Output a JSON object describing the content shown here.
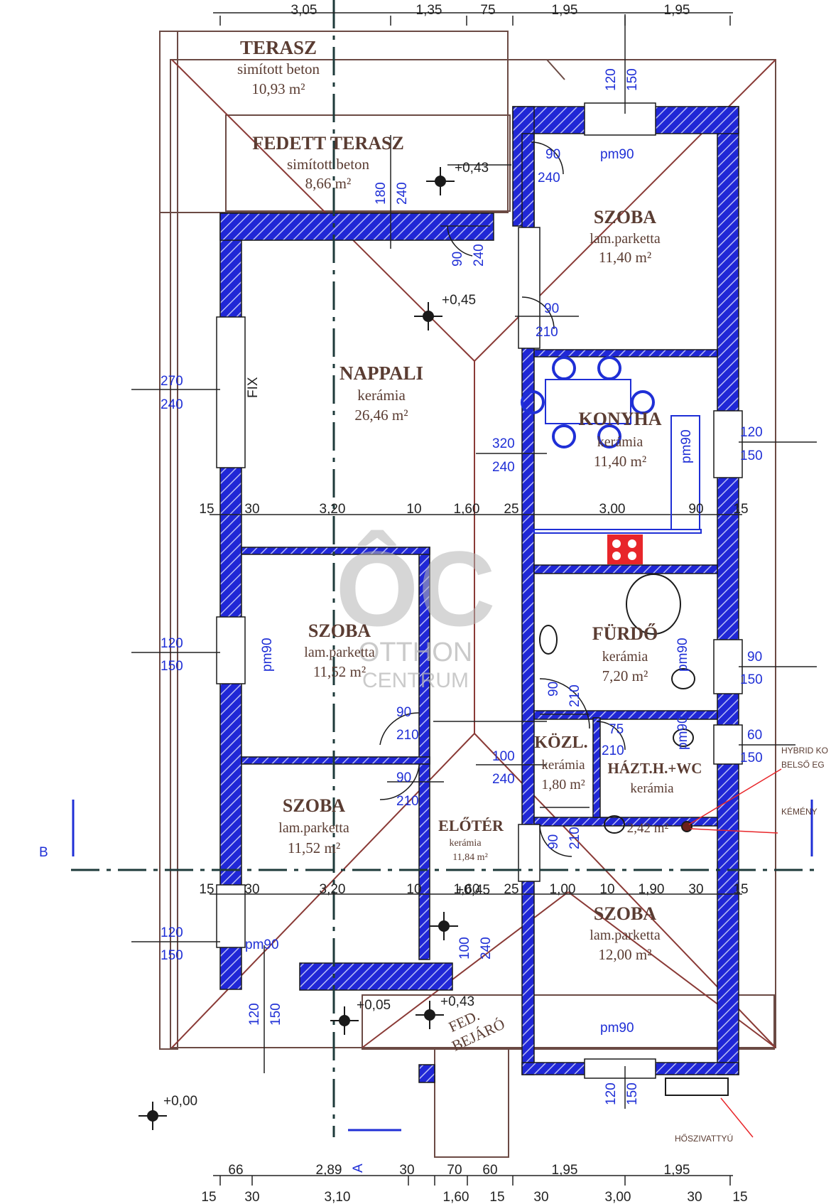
{
  "top_dims": [
    "3,05",
    "1,35",
    "75",
    "1,95",
    "1,95"
  ],
  "bottom_dims_row1": [
    "66",
    "2,89",
    "30",
    "70",
    "60",
    "1,95",
    "1,95"
  ],
  "bottom_dims_row2": [
    "15",
    "30",
    "3,10",
    "1,60",
    "15",
    "30",
    "3,00",
    "30",
    "15"
  ],
  "mid_dims_row1": [
    "15",
    "30",
    "3,20",
    "10",
    "1,60",
    "25",
    "3,00",
    "90",
    "15"
  ],
  "mid_dims_row2": [
    "15",
    "30",
    "3,20",
    "10",
    "1,60",
    "25",
    "1,00",
    "10",
    "1,90",
    "30",
    "15"
  ],
  "rooms": {
    "terasz": {
      "name": "TERASZ",
      "floor": "simított beton",
      "area": "10,93 m²"
    },
    "fedett_terasz": {
      "name": "FEDETT TERASZ",
      "floor": "simított beton",
      "area": "8,66 m²"
    },
    "szoba_ne": {
      "name": "SZOBA",
      "floor": "lam.parketta",
      "area": "11,40 m²"
    },
    "nappali": {
      "name": "NAPPALI",
      "floor": "kerámia",
      "area": "26,46 m²"
    },
    "konyha": {
      "name": "KONYHA",
      "floor": "kerámia",
      "area": "11,40 m²"
    },
    "szoba_w": {
      "name": "SZOBA",
      "floor": "lam.parketta",
      "area": "11,52 m²"
    },
    "furdo": {
      "name": "FÜRDŐ",
      "floor": "kerámia",
      "area": "7,20 m²"
    },
    "kozl": {
      "name": "KÖZL.",
      "floor": "kerámia",
      "area": "1,80 m²"
    },
    "haztwc": {
      "name": "HÁZT.H.+WC",
      "floor": "kerámia",
      "area": "2,42 m²"
    },
    "szoba_sw": {
      "name": "SZOBA",
      "floor": "lam.parketta",
      "area": "11,52 m²"
    },
    "eloter": {
      "name": "ELŐTÉR",
      "floor": "kerámia",
      "area": "11,84 m²"
    },
    "szoba_se": {
      "name": "SZOBA",
      "floor": "lam.parketta",
      "area": "12,00 m²"
    },
    "fed_bejaro": {
      "line1": "FED.",
      "line2": "BEJÁRÓ"
    }
  },
  "levels": [
    "+0,43",
    "+0,45",
    "+0,45",
    "+0,05",
    "+0,43",
    "+0,00"
  ],
  "door_labels": {
    "terrace_door": [
      "90",
      "240"
    ],
    "top_window": [
      "120",
      "150"
    ],
    "pm90": "pm90",
    "nappali_door": [
      "90",
      "240"
    ],
    "szoba_door": [
      "90",
      "210"
    ],
    "covered_terrace": [
      "180",
      "240"
    ],
    "west_window": [
      "270",
      "240"
    ],
    "fix": "FIX",
    "opening_320": [
      "320",
      "240"
    ],
    "konyha_window": [
      "120",
      "150"
    ],
    "szoba_w_window": [
      "120",
      "150"
    ],
    "szoba_w_door": [
      "90",
      "210"
    ],
    "szoba_sw_door": [
      "90",
      "210"
    ],
    "furdo_door": [
      "90",
      "210"
    ],
    "furdo_window": [
      "90",
      "150"
    ],
    "wc_door": [
      "75",
      "210"
    ],
    "wc_window": [
      "60",
      "150"
    ],
    "eloter_opening": [
      "100",
      "240"
    ],
    "kozl_door": [
      "90",
      "210"
    ],
    "sw_window": [
      "120",
      "150"
    ],
    "entrance_door": [
      "100",
      "240"
    ],
    "sw_bottom_window": [
      "120",
      "150"
    ],
    "se_bottom_window": [
      "120",
      "150"
    ]
  },
  "annotations": {
    "hybrid": [
      "HYBRID KO",
      "BELSŐ EG"
    ],
    "chimney": "KÉMÉNY",
    "pump": "HŐSZIVATTYÚ"
  },
  "section_labels": {
    "b_left": "B",
    "a_bottom": "A"
  },
  "watermark": {
    "line1": "OTTHON",
    "line2": "CENTRUM"
  },
  "colors": {
    "wall": "#2027d6",
    "room_text": "#5a3c32",
    "roof_line": "#8a3a36",
    "dim_blue": "#1f2fd6"
  }
}
